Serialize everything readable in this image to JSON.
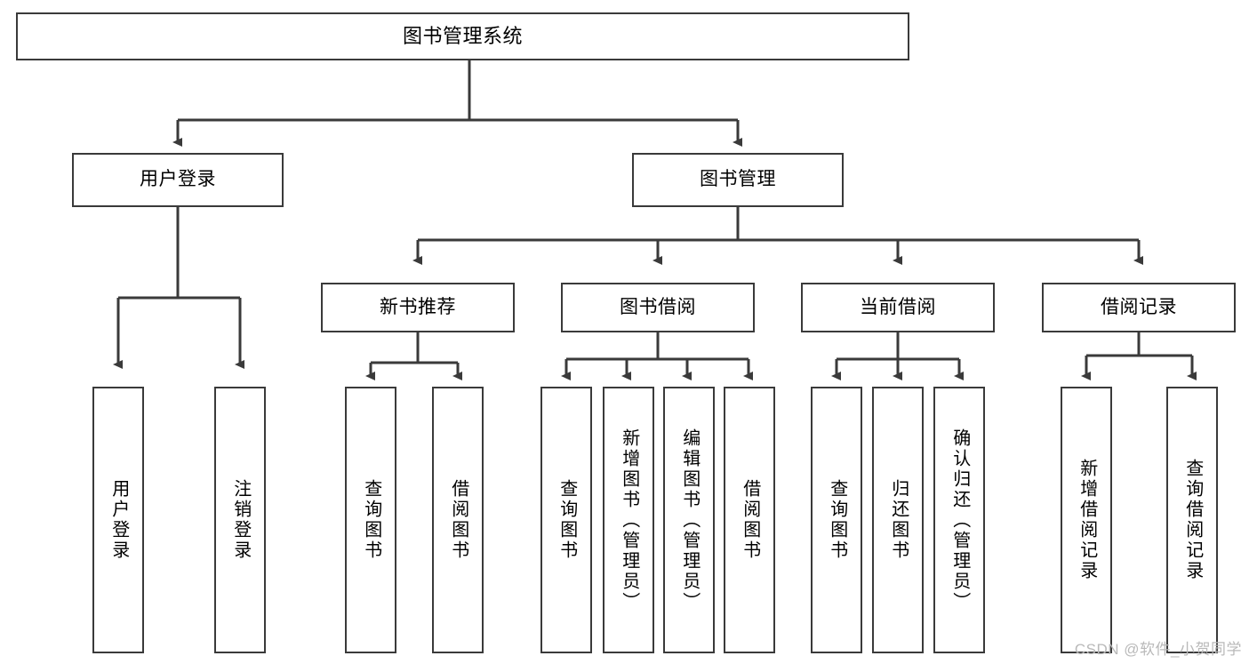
{
  "diagram": {
    "title": "图书管理系统",
    "root": {
      "label": "图书管理系统"
    },
    "level1": [
      {
        "label": "用户登录"
      },
      {
        "label": "图书管理"
      }
    ],
    "level2": [
      {
        "label": "新书推荐"
      },
      {
        "label": "图书借阅"
      },
      {
        "label": "当前借阅"
      },
      {
        "label": "借阅记录"
      }
    ],
    "leaves": {
      "user_login": [
        {
          "label": "用户登录"
        },
        {
          "label": "注销登录"
        }
      ],
      "new_book_recommend": [
        {
          "label": "查询图书"
        },
        {
          "label": "借阅图书"
        }
      ],
      "book_borrow": [
        {
          "label": "查询图书"
        },
        {
          "label": "新增图书（管理员）"
        },
        {
          "label": "编辑图书（管理员）"
        },
        {
          "label": "借阅图书"
        }
      ],
      "current_borrow": [
        {
          "label": "查询图书"
        },
        {
          "label": "归还图书"
        },
        {
          "label": "确认归还（管理员）"
        }
      ],
      "borrow_record": [
        {
          "label": "新增借阅记录"
        },
        {
          "label": "查询借阅记录"
        }
      ]
    }
  },
  "watermark": {
    "text": "CSDN @软件_小贺同学"
  },
  "colors": {
    "border": "#3a3a3a",
    "background": "#ffffff",
    "text": "#000000",
    "watermark": "#b9b9b9"
  }
}
